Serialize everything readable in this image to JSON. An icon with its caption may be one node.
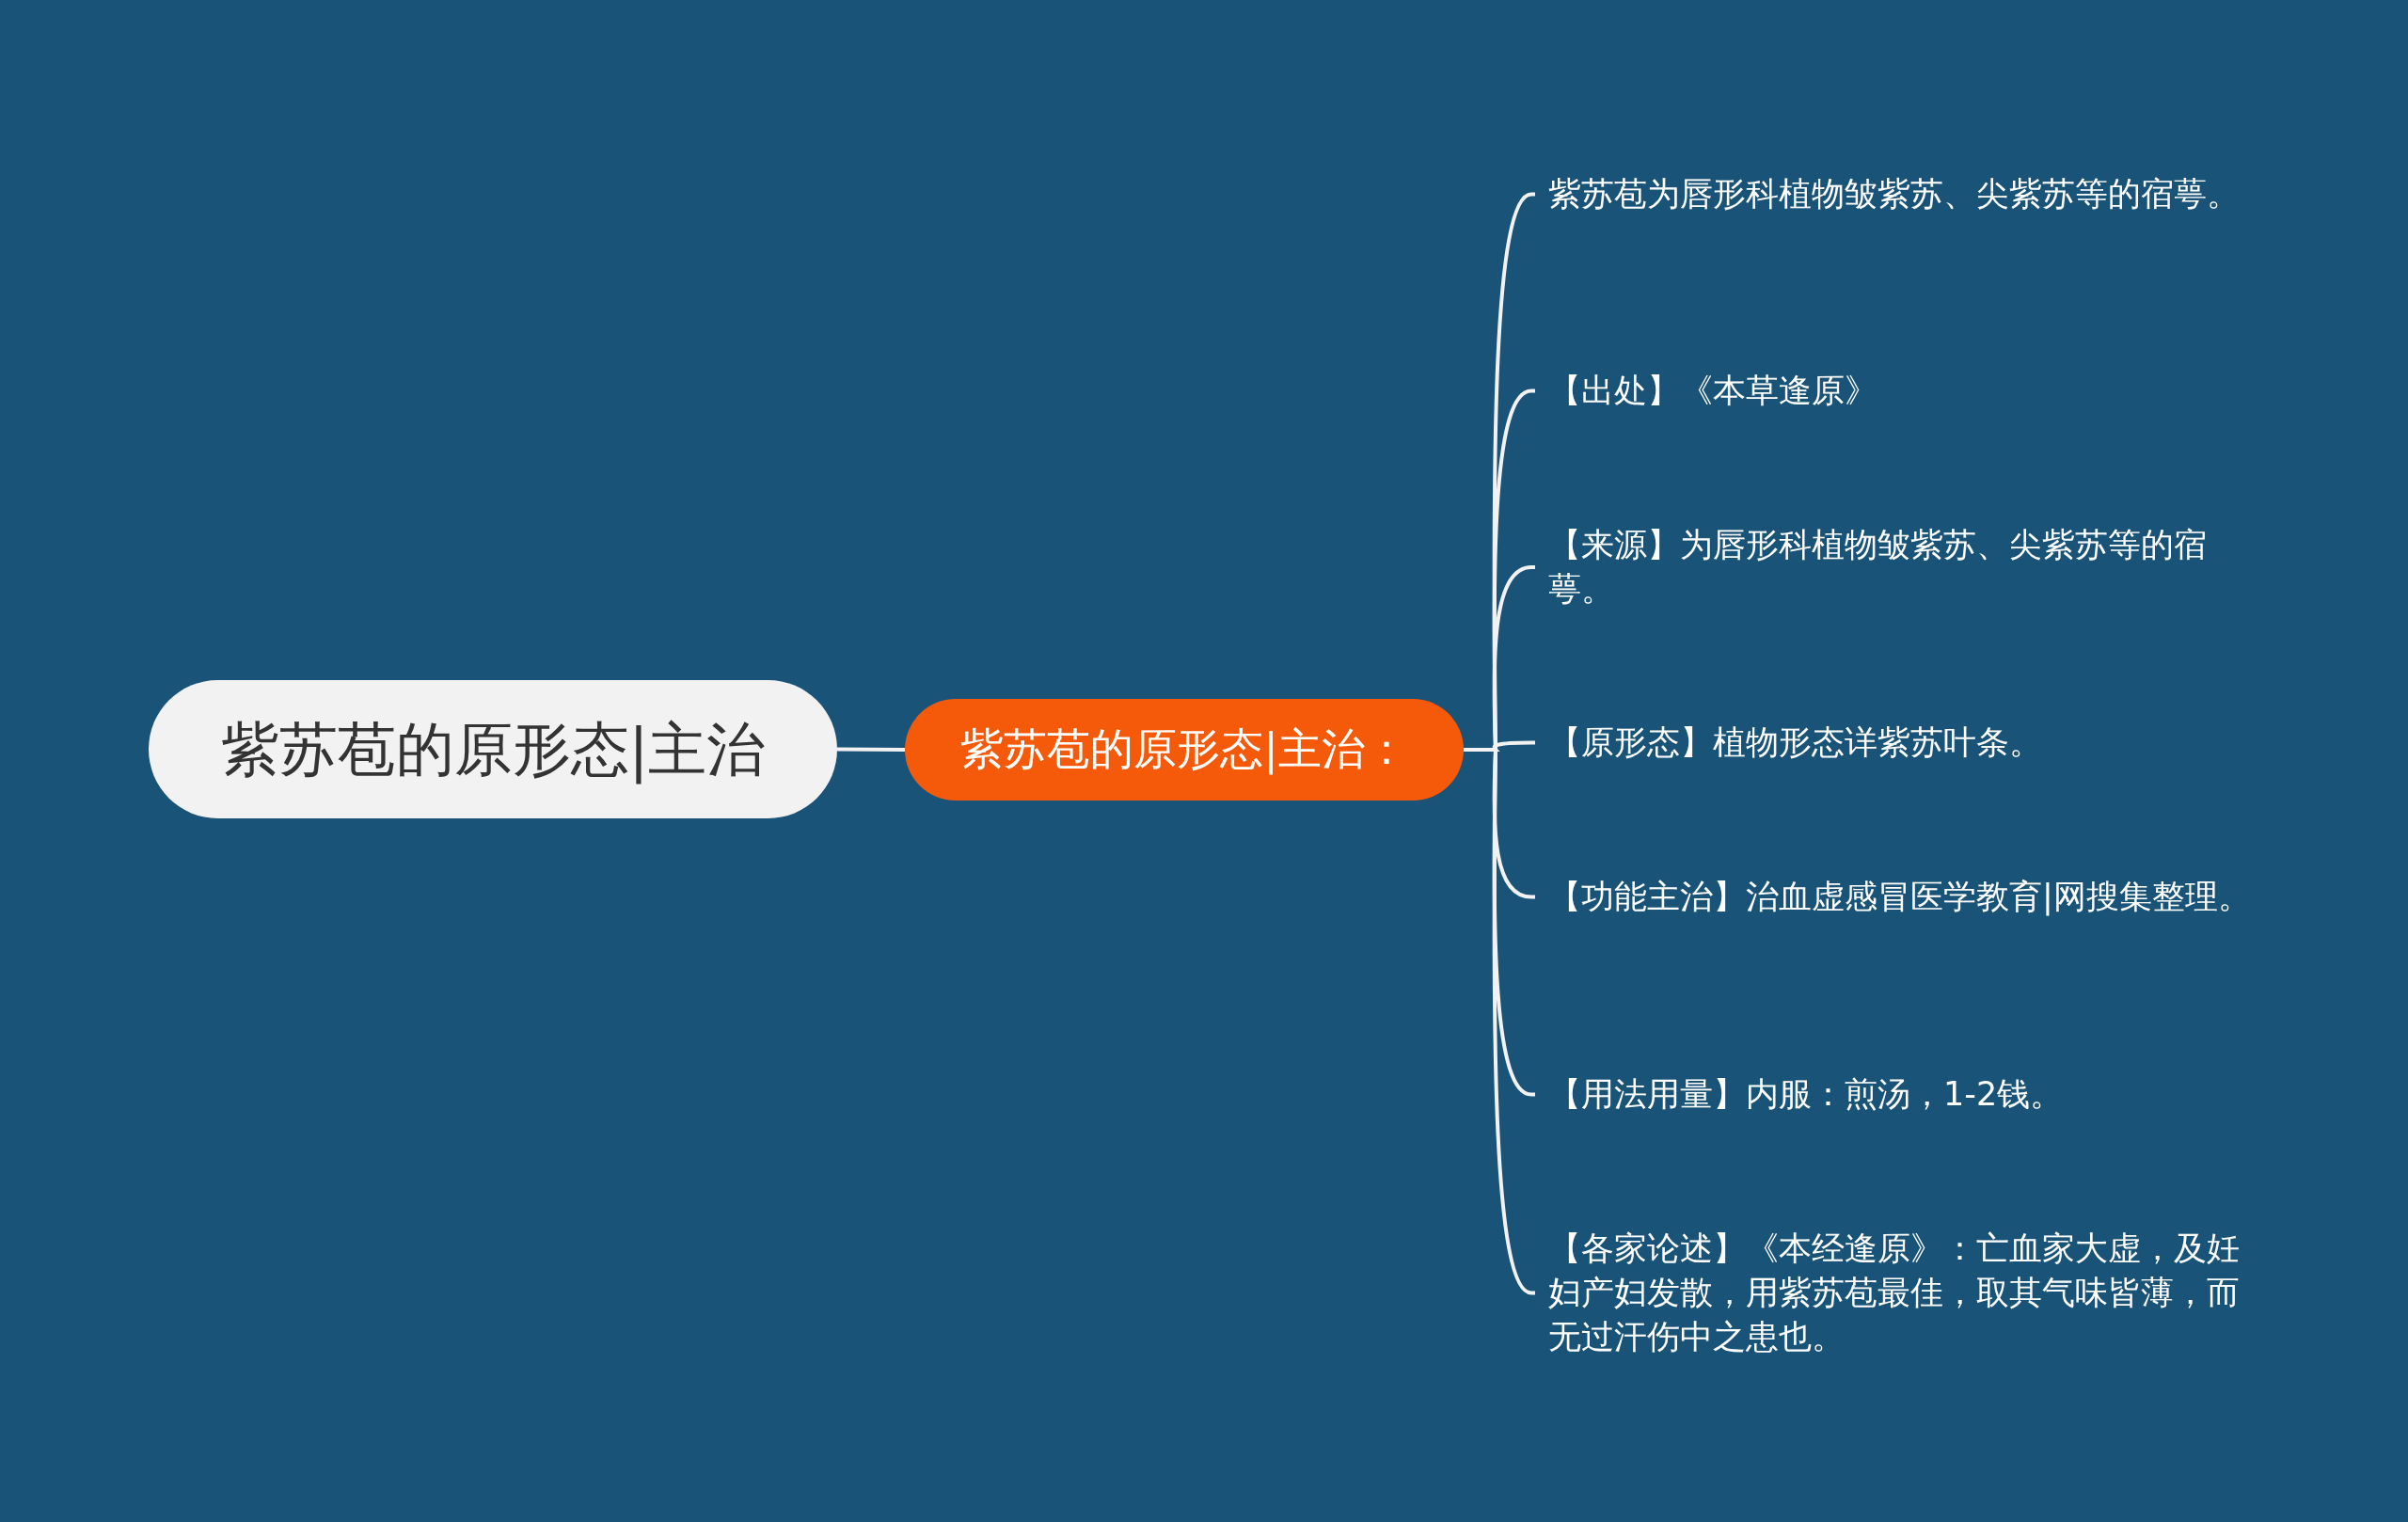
{
  "diagram": {
    "nodes": [
      {
        "text": [
          "紫苏苞的原形态|主治"
        ]
      },
      {
        "text": [
          "紫苏苞的原形态|主治："
        ]
      },
      {
        "text": [
          "紫苏苞为唇形科植物皱紫苏、尖紫苏等的宿萼。"
        ]
      },
      {
        "text": [
          "【出处】《本草逢原》"
        ]
      },
      {
        "text": [
          "【来源】为唇形科植物皱紫苏、尖紫苏等的宿萼。"
        ]
      },
      {
        "text": [
          "【原形态】植物形态详紫苏叶条。"
        ]
      },
      {
        "text": [
          "【功能主治】治血虚感冒医学教育|网搜集整理。"
        ]
      },
      {
        "text": [
          "【用法用量】内服：煎汤，1-2钱。"
        ]
      },
      {
        "text": [
          "【各家论述】《本经逢原》：亡血家大虚，及妊妇产妇发散，用紫苏苞最佳，取其气味皆薄，而无过汗伤中之患也。"
        ]
      }
    ],
    "edges": [
      {
        "from": 0,
        "to": 1,
        "arrow": "none"
      },
      {
        "from": 1,
        "to": 2,
        "arrow": "none"
      },
      {
        "from": 1,
        "to": 3,
        "arrow": "none"
      },
      {
        "from": 1,
        "to": 4,
        "arrow": "none"
      },
      {
        "from": 1,
        "to": 5,
        "arrow": "none"
      },
      {
        "from": 1,
        "to": 6,
        "arrow": "none"
      },
      {
        "from": 1,
        "to": 7,
        "arrow": "none"
      },
      {
        "from": 1,
        "to": 8,
        "arrow": "none"
      }
    ]
  }
}
